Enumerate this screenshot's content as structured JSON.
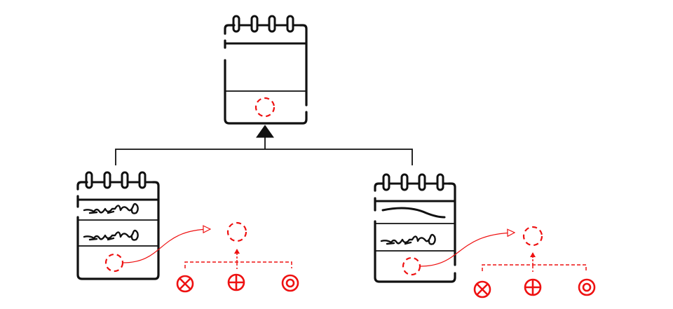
{
  "diagram": {
    "type": "class-inheritance",
    "colors": {
      "ink": "#111111",
      "accent": "#ee1111",
      "background": "#ffffff"
    },
    "parent": {
      "icon": "notepad-icon",
      "sections": [
        "header",
        "blank-body",
        "operation-slot"
      ],
      "slot": "dashed-circle-icon"
    },
    "children": [
      {
        "icon": "notepad-icon",
        "sections": [
          "header",
          "scribble-text",
          "scribble-text",
          "operation-slot"
        ],
        "slot": "dashed-circle-icon",
        "operation_target": "dashed-circle-icon",
        "operation_options": [
          "circle-times-icon",
          "circle-plus-icon",
          "double-circle-icon"
        ]
      },
      {
        "icon": "notepad-icon",
        "sections": [
          "header",
          "wave-line",
          "scribble-text",
          "operation-slot"
        ],
        "slot": "dashed-circle-icon",
        "operation_target": "dashed-circle-icon",
        "operation_options": [
          "circle-times-icon",
          "circle-plus-icon",
          "double-circle-icon"
        ]
      }
    ],
    "connector": "inheritance-arrow"
  }
}
